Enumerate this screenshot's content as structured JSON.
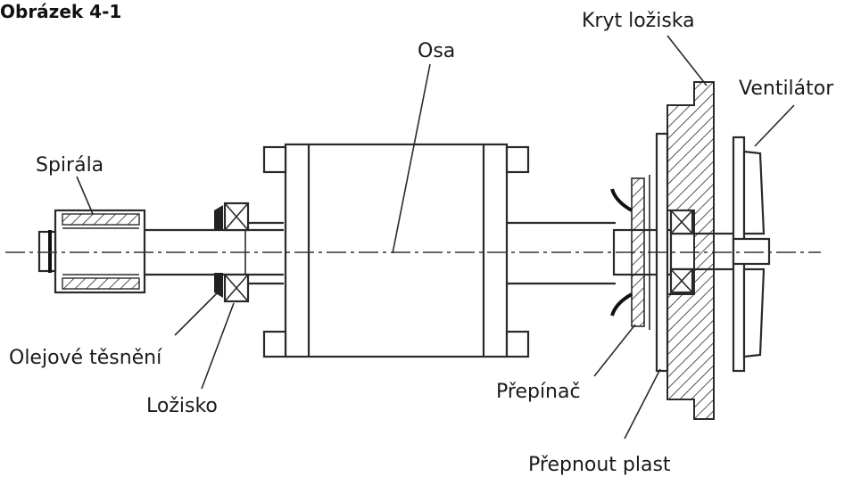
{
  "figure": {
    "title": "Obrázek 4-1"
  },
  "labels": {
    "osa": "Osa",
    "kryt_loziska": "Kryt ložiska",
    "ventilator": "Ventilátor",
    "spirala": "Spirála",
    "olejove_tesneni": "Olejové těsnění",
    "lozisko": "Ložisko",
    "prepinac": "Přepínač",
    "prepnout_plast": "Přepnout plast"
  }
}
